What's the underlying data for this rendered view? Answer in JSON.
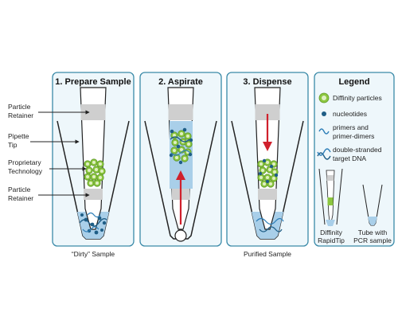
{
  "panels": {
    "prepare": {
      "title": "1. Prepare Sample",
      "caption": "“Dirty” Sample"
    },
    "aspirate": {
      "title": "2. Aspirate"
    },
    "dispense": {
      "title": "3. Dispense",
      "caption": "Purified Sample"
    },
    "legend": {
      "title": "Legend"
    }
  },
  "left_labels": {
    "retainer_top": [
      "Particle",
      "Retainer"
    ],
    "pipette_tip": [
      "Pipette",
      "Tip"
    ],
    "technology": [
      "Proprietary",
      "Technology"
    ],
    "retainer_bottom": [
      "Particle",
      "Retainer"
    ]
  },
  "legend": {
    "particles": "Diffinity particles",
    "nucleotides": "nucleotides",
    "primers": [
      "primers and",
      "primer-dimers"
    ],
    "dna": [
      "double-stranded",
      "target DNA"
    ],
    "rapidtip": [
      "Diffinity",
      "RapidTip"
    ],
    "tube": [
      "Tube with",
      "PCR sample"
    ]
  },
  "colors": {
    "panel_fill": "#eef7fb",
    "panel_border": "#3a8aa8",
    "retainer": "#cfcfcf",
    "particles": "#8cc63f",
    "nucleotides": "#1f5e86",
    "sample": "#a9cfe9",
    "arrow": "#d0202c",
    "dna": "#2f7fb8"
  }
}
